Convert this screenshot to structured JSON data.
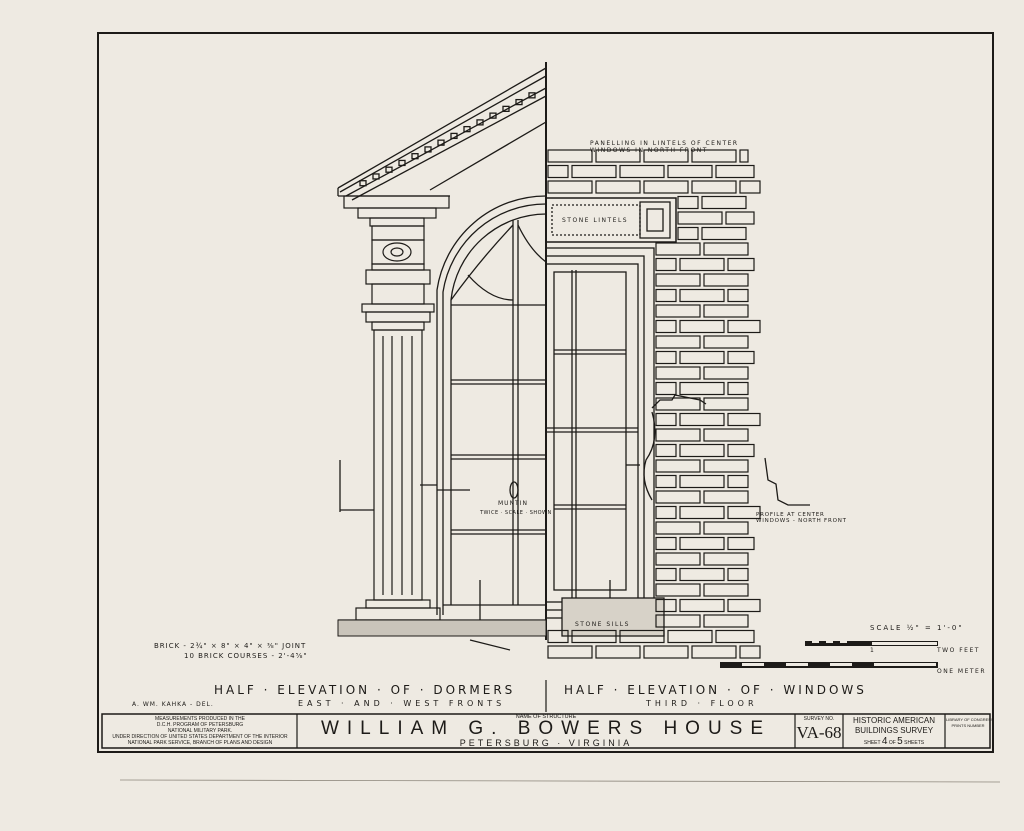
{
  "drawing": {
    "notes": {
      "panelling": [
        "PANELLING IN LINTELS OF CENTER",
        "WINDOWS IN NORTH FRONT"
      ],
      "stone_lintels": "STONE LINTELS",
      "stone_sills": "STONE SILLS",
      "muntin": "MUNTIN",
      "muntin_scale": "TWICE · SCALE · SHOWN",
      "profile": [
        "PROFILE AT CENTER",
        "WINDOWS - NORTH FRONT"
      ],
      "brick": [
        "BRICK - 2¾\" × 8\" × 4\" × ⅜\" JOINT",
        "10 BRICK COURSES - 2'-4⅝\""
      ],
      "delineator": "A. WM. KAHKA - DEL."
    },
    "scale": {
      "label": "SCALE ½\" = 1'-0\"",
      "tick": "1",
      "two_feet": "TWO FEET",
      "one_meter": "ONE METER"
    },
    "captions": {
      "left_title": "HALF · ELEVATION · OF · DORMERS",
      "left_sub": "EAST · AND · WEST FRONTS",
      "right_title": "HALF · ELEVATION · OF · WINDOWS",
      "right_sub": "THIRD · FLOOR"
    }
  },
  "title_block": {
    "credits": [
      "MEASUREMENTS PRODUCED IN THE",
      "D.C.H. PROGRAM OF PETERSBURG",
      "NATIONAL MILITARY PARK.",
      "UNDER DIRECTION OF UNITED STATES DEPARTMENT OF THE INTERIOR",
      "NATIONAL PARK SERVICE, BRANCH OF PLANS AND DESIGN"
    ],
    "name_label": "NAME OF STRUCTURE",
    "structure_name": "WILLIAM G. BOWERS HOUSE",
    "location": "PETERSBURG · VIRGINIA",
    "survey_label": "SURVEY NO.",
    "survey_no": "VA-68",
    "agency": [
      "HISTORIC AMERICAN",
      "BUILDINGS SURVEY"
    ],
    "sheet_prefix": "SHEET",
    "sheet_no": "4",
    "sheet_of": "OF",
    "sheet_total": "5",
    "sheet_suffix": "SHEETS",
    "library": [
      "LIBRARY OF CONGRESS",
      "PRINTS NUMBER"
    ]
  }
}
